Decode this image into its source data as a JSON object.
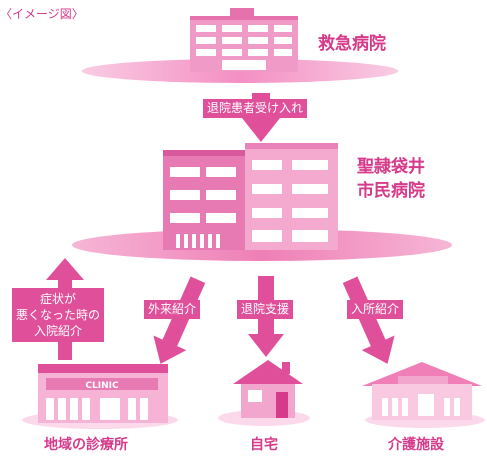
{
  "header": {
    "image_label": "〈イメージ図〉"
  },
  "nodes": {
    "emergency_hospital": "救急病院",
    "city_hospital_line1": "聖隷袋井",
    "city_hospital_line2": "市民病院",
    "clinic_sign": "CLINIC",
    "local_clinic": "地域の診療所",
    "home": "自宅",
    "care_facility": "介護施設"
  },
  "flows": {
    "from_emergency": "退院患者受け入れ",
    "outpatient_referral": "外来紹介",
    "discharge_support": "退院支援",
    "admission_referral": "入所紹介",
    "worsening_line1": "症状が",
    "worsening_line2": "悪くなった時の",
    "worsening_line3": "入院紹介"
  },
  "colors": {
    "accent": "#e0509a",
    "text": "#d63a8a",
    "light": "#f7b8d8",
    "pale": "#fbd9ea"
  }
}
